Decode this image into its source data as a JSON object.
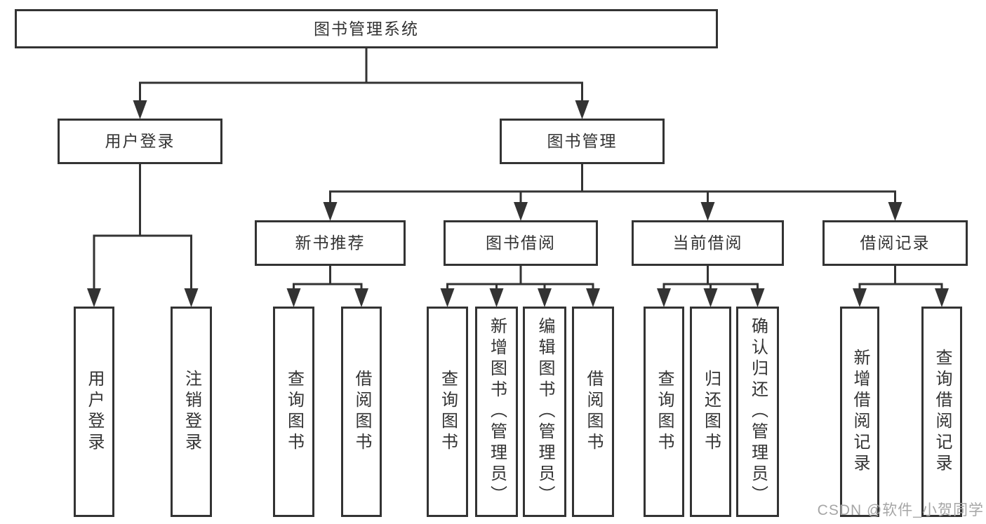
{
  "diagram": {
    "colors": {
      "line": "#333333",
      "text": "#333333",
      "background": "#ffffff",
      "watermark": "#a6a6a6"
    },
    "root": {
      "id": "root",
      "label": "图书管理系统",
      "children": [
        {
          "id": "user-login",
          "label": "用户登录",
          "children": [
            {
              "id": "user-login-v",
              "label": "用户登录",
              "orientation": "vertical"
            },
            {
              "id": "logout",
              "label": "注销登录",
              "orientation": "vertical"
            }
          ]
        },
        {
          "id": "book-mgmt",
          "label": "图书管理",
          "children": [
            {
              "id": "new-book-rec",
              "label": "新书推荐",
              "children": [
                {
                  "id": "nbr-query",
                  "label": "查询图书",
                  "orientation": "vertical"
                },
                {
                  "id": "nbr-borrow",
                  "label": "借阅图书",
                  "orientation": "vertical"
                }
              ]
            },
            {
              "id": "book-borrow",
              "label": "图书借阅",
              "children": [
                {
                  "id": "bb-query",
                  "label": "查询图书",
                  "orientation": "vertical"
                },
                {
                  "id": "bb-add",
                  "label": "新增图书（管理员）",
                  "orientation": "vertical"
                },
                {
                  "id": "bb-edit",
                  "label": "编辑图书（管理员）",
                  "orientation": "vertical"
                },
                {
                  "id": "bb-borrow",
                  "label": "借阅图书",
                  "orientation": "vertical"
                }
              ]
            },
            {
              "id": "current-borrow",
              "label": "当前借阅",
              "children": [
                {
                  "id": "cb-query",
                  "label": "查询图书",
                  "orientation": "vertical"
                },
                {
                  "id": "cb-return",
                  "label": "归还图书",
                  "orientation": "vertical"
                },
                {
                  "id": "cb-confirm",
                  "label": "确认归还（管理员）",
                  "orientation": "vertical"
                }
              ]
            },
            {
              "id": "borrow-records",
              "label": "借阅记录",
              "children": [
                {
                  "id": "br-add",
                  "label": "新增借阅记录",
                  "orientation": "vertical"
                },
                {
                  "id": "br-query",
                  "label": "查询借阅记录",
                  "orientation": "vertical"
                }
              ]
            }
          ]
        }
      ]
    }
  },
  "watermark": {
    "text": "CSDN @软件_小贺同学"
  }
}
